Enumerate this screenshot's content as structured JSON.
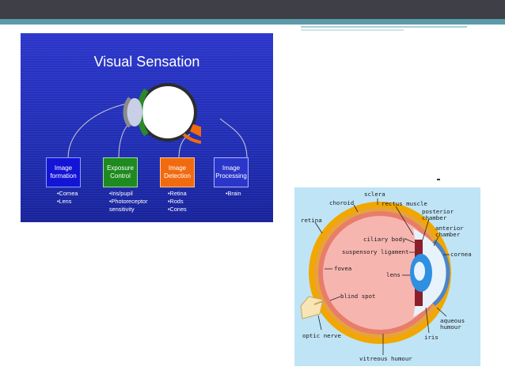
{
  "left_slide": {
    "title": "Visual Sensation",
    "stages": [
      {
        "label": "Image\nformation",
        "color": "#1414d6",
        "items": "•Cornea\n•Lens"
      },
      {
        "label": "Exposure\nControl",
        "color": "#1f8a1f",
        "items": "•Iris/pupil\n•Photoreceptor\nsensitivity"
      },
      {
        "label": "Image\nDetection",
        "color": "#f26a0f",
        "items": "•Retina\n•Rods\n•Cones"
      },
      {
        "label": "Image\nProcessing",
        "color": "#2a35c9",
        "items": "•Brain"
      }
    ]
  },
  "right_diagram": {
    "labels": {
      "sclera": "sclera",
      "choroid": "choroid",
      "rectus_muscle": "rectus muscle",
      "posterior_chamber": "posterior\nchamber",
      "anterior_chamber": "anterior\nchamber",
      "retina": "retina",
      "ciliary_body": "ciliary body",
      "suspensory_ligament": "suspensory ligament",
      "cornea": "cornea",
      "fovea": "fovea",
      "lens": "lens",
      "blind_spot": "blind spot",
      "aqueous_humour": "aqueous\nhumour",
      "optic_nerve": "optic nerve",
      "iris": "iris",
      "vitreous_humour": "vitreous humour"
    }
  },
  "colors": {
    "topbar": "#3f3f48",
    "accent": "#5b9aa8",
    "slide_blue": "#2a35c9",
    "diagram_bg": "#bfe4f6"
  }
}
